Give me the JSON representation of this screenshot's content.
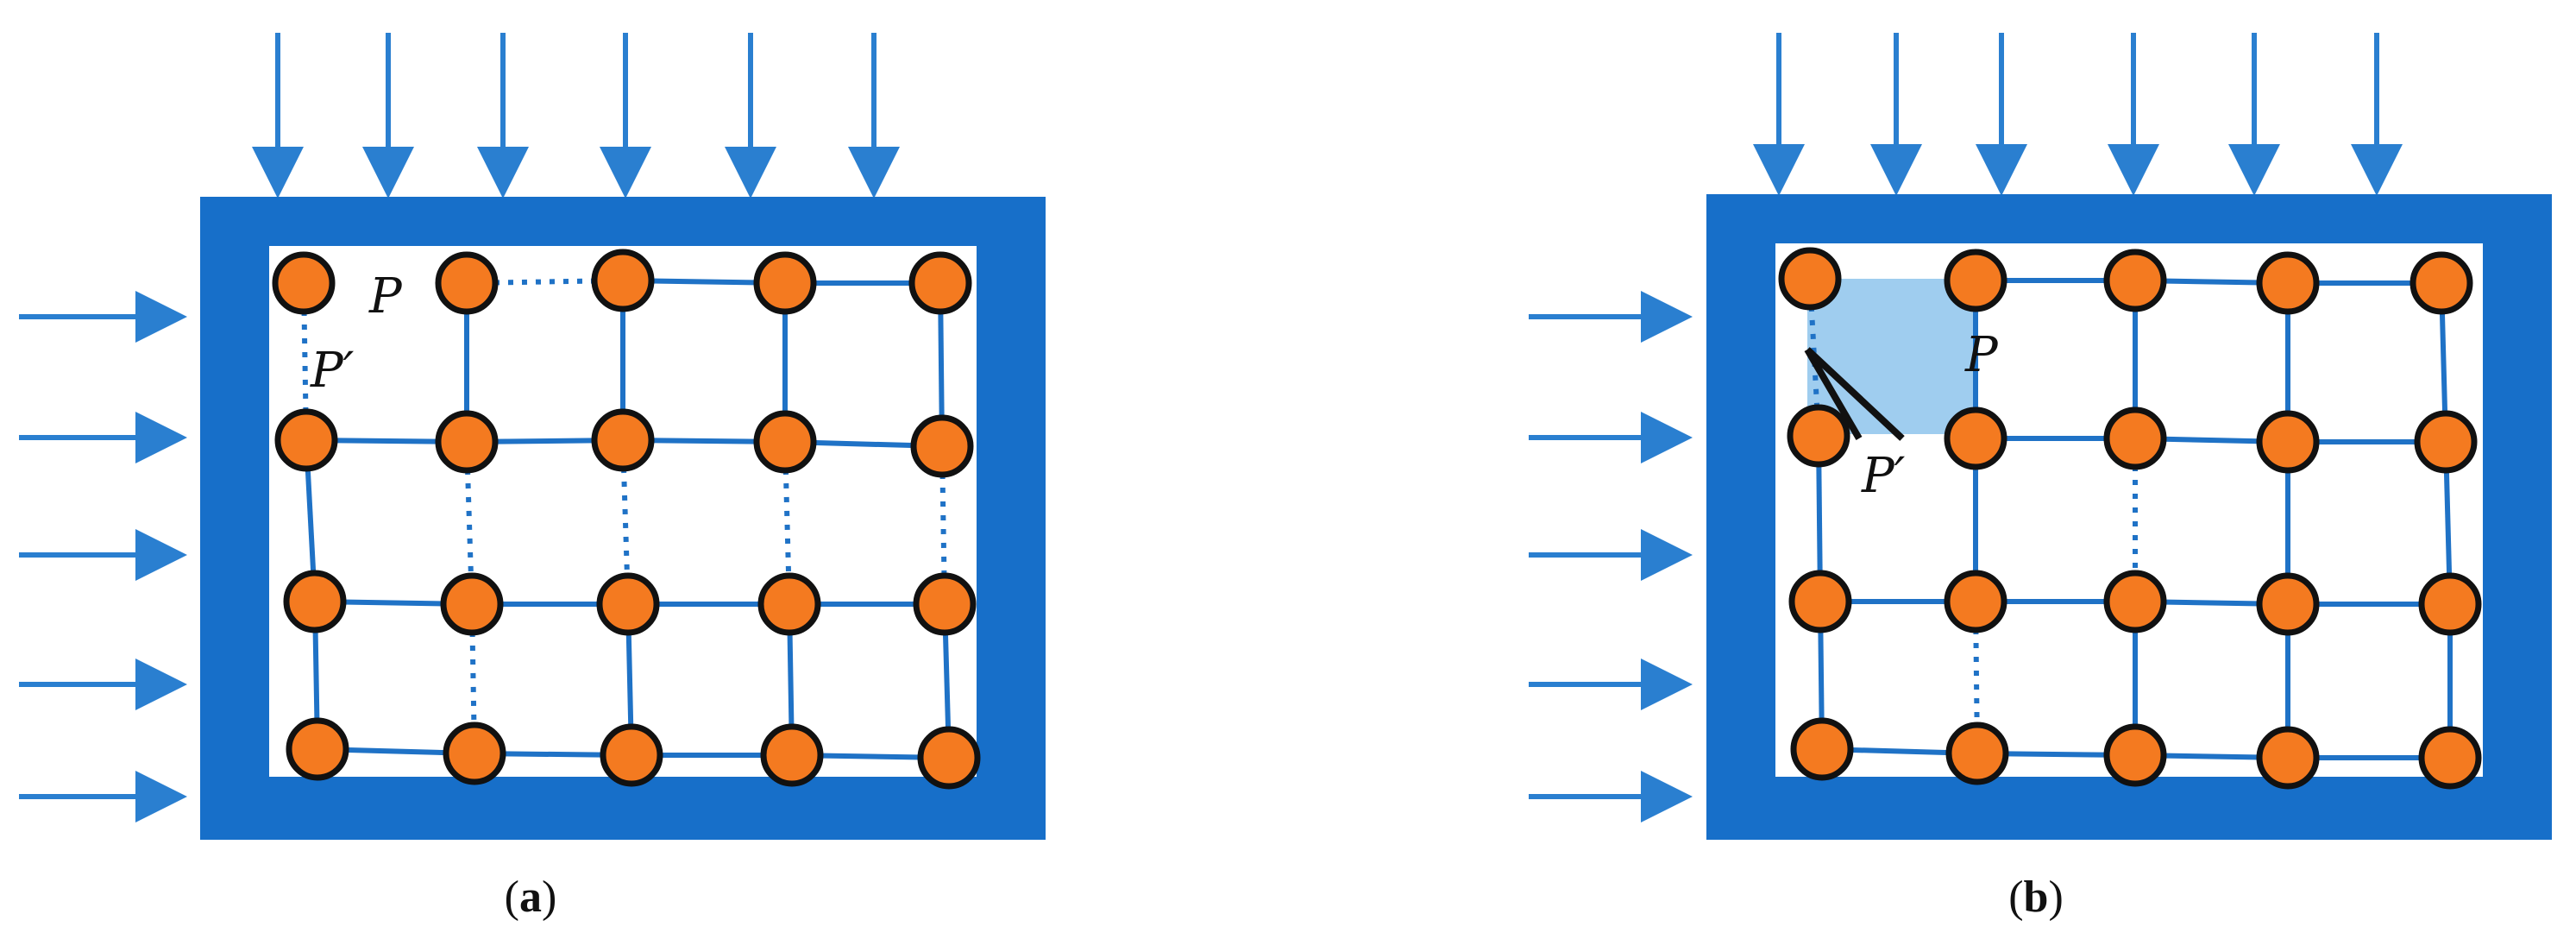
{
  "colors": {
    "frame": "#176FC9",
    "arrow": "#2A7FD0",
    "bond": "#1F72C6",
    "particle_fill": "#F47A20",
    "particle_stroke": "#111111",
    "shear_patch": "#8EC4EC",
    "crack_line": "#111111"
  },
  "panels": [
    {
      "id": "a",
      "caption": {
        "open": "(",
        "letter": "a",
        "close": ")"
      },
      "label_p": "P",
      "label_p_prime": "P′",
      "grid": {
        "cols": 5,
        "rows": 4,
        "missing_horizontal": [
          [
            1,
            0
          ]
        ],
        "missing_vertical": [
          [
            1,
            1
          ],
          [
            2,
            1
          ],
          [
            3,
            1
          ],
          [
            4,
            1
          ],
          [
            1,
            2
          ]
        ],
        "dotted_vertical": [
          [
            0,
            0
          ],
          [
            1,
            1
          ],
          [
            2,
            1
          ],
          [
            3,
            1
          ],
          [
            4,
            1
          ],
          [
            1,
            2
          ]
        ],
        "dotted_horizontal": [
          [
            1,
            0
          ]
        ],
        "removed_horizontal": [
          [
            0,
            0
          ]
        ],
        "solid_missing_skip": []
      }
    },
    {
      "id": "b",
      "caption": {
        "open": "(",
        "letter": "b",
        "close": ")"
      },
      "label_p": "P",
      "label_p_prime": "P′",
      "grid": {
        "cols": 5,
        "rows": 4,
        "missing_horizontal": [],
        "missing_vertical": [],
        "dotted_vertical": [
          [
            0,
            0
          ],
          [
            2,
            1
          ],
          [
            1,
            2
          ]
        ],
        "dotted_horizontal": [],
        "removed_horizontal": [
          [
            0,
            0
          ],
          [
            0,
            1
          ]
        ],
        "solid_missing_skip": []
      },
      "shear_patch": true,
      "crack": true
    }
  ]
}
